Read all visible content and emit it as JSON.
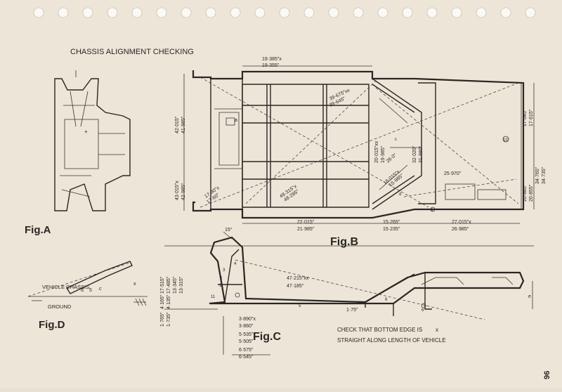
{
  "page": {
    "title": "CHASSIS ALIGNMENT CHECKING",
    "page_number": "96",
    "note_line1": "CHECK THAT BOTTOM EDGE IS",
    "note_line2": "STRAIGHT ALONG LENGTH OF VEHICLE",
    "note_mark": "x"
  },
  "figures": {
    "a": "Fig.A",
    "b": "Fig.B",
    "c": "Fig.C",
    "d": "Fig.D"
  },
  "fig_b": {
    "top_dim": [
      "19·385\"x",
      "19·355\""
    ],
    "left_dim_upper": [
      "42·015\"",
      "41·985\""
    ],
    "left_dim_lower": [
      "43·015\"x",
      "42·985\""
    ],
    "angle": [
      "17·90\"x",
      "17·60\""
    ],
    "diag_left": [
      "48·315\"x",
      "48·285\""
    ],
    "diag_top": [
      "39·675\"xx",
      "39·645\""
    ],
    "diag_mid": [
      "20·015\"xx",
      "19·985\""
    ],
    "diag_lower": [
      "16·015\"x",
      "15·985\""
    ],
    "diag_26": "26·0\"",
    "diag_32": [
      "32·020\"",
      "31·980\""
    ],
    "dim_2597": "25·970\"",
    "right_upper": [
      "17·645\"",
      "17·615\""
    ],
    "right_lower": [
      "20·885\"",
      "20·855\""
    ],
    "right_full": [
      "34·765\"",
      "34·735\""
    ],
    "bottom_1": [
      "22·015\"",
      "21·985\""
    ],
    "bottom_2": [
      "15·265\"",
      "15·235\""
    ],
    "bottom_3": [
      "27·015\"x",
      "26·985\""
    ],
    "markers": [
      "9",
      "10",
      "a",
      "c",
      "d"
    ]
  },
  "fig_c": {
    "angle": "15°",
    "left_dims": [
      "17·515\"",
      "17·485\"",
      "13·345\"",
      "13·315\""
    ],
    "left_dims_lower": [
      "4·165\"",
      "4·135\""
    ],
    "base_dims": [
      "1·765\"",
      "1·735\""
    ],
    "diag": [
      "47·215\"xx",
      "47·185\""
    ],
    "small": "1·75\"",
    "stack": [
      "3·890\"x",
      "3·860\"",
      "5·535\"",
      "5·505\"",
      "6·575\"",
      "6·545\""
    ],
    "markers": [
      "1",
      "2",
      "3",
      "4",
      "5",
      "6",
      "8",
      "11",
      "e"
    ]
  },
  "fig_d": {
    "label_chassis": "VEHICLE CHASSIS",
    "label_ground": "GROUND",
    "markers": [
      "d",
      "5",
      "c",
      "x"
    ]
  }
}
